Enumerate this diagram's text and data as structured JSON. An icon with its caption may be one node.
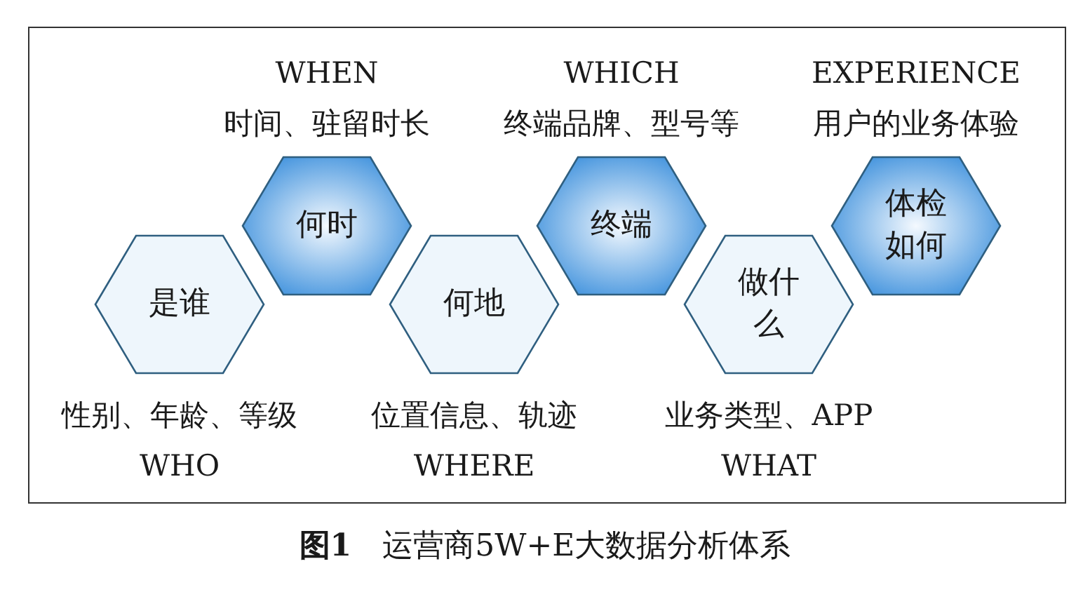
{
  "diagram": {
    "caption": "**图1**　运营商5W+E大数据分析体系",
    "nodes": [
      {
        "text": [
          "是谁"
        ],
        "beside": [
          "性别、年龄、等级",
          "WHO"
        ]
      },
      {
        "text": [
          "何时"
        ],
        "beside": [
          "WHEN",
          "时间、驻留时长"
        ]
      },
      {
        "text": [
          "何地"
        ],
        "beside": [
          "位置信息、轨迹",
          "WHERE"
        ]
      },
      {
        "text": [
          "终端"
        ],
        "beside": [
          "WHICH",
          "终端品牌、型号等"
        ]
      },
      {
        "text": [
          "做什么"
        ],
        "beside": [
          "业务类型、APP",
          "WHAT"
        ]
      },
      {
        "text": [
          "体检如何"
        ],
        "beside": [
          "EXPERIENCE",
          "用户的业务体验"
        ]
      }
    ]
  }
}
